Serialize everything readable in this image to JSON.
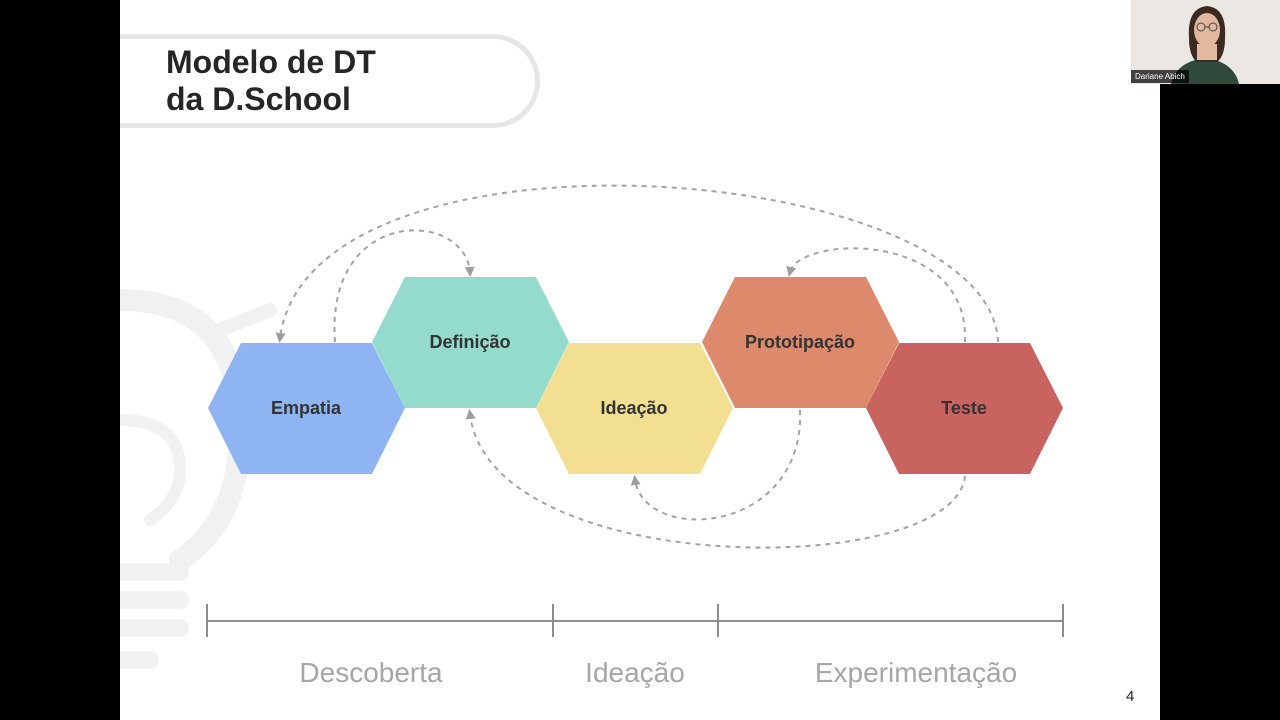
{
  "slide": {
    "title": "Modelo de DT\nda D.School",
    "page_number": "4"
  },
  "diagram": {
    "stages": [
      {
        "label": "Empatia",
        "color": "#8fb4f2"
      },
      {
        "label": "Definição",
        "color": "#94dbcc"
      },
      {
        "label": "Ideação",
        "color": "#f2df92"
      },
      {
        "label": "Prototipação",
        "color": "#dd8a6c"
      },
      {
        "label": "Teste",
        "color": "#c8635f"
      }
    ],
    "phases": [
      {
        "label": "Descoberta"
      },
      {
        "label": "Ideação"
      },
      {
        "label": "Experimentação"
      }
    ],
    "arrow_color": "#9e9e9e"
  },
  "video_call": {
    "participant_name": "Dariane Abich"
  }
}
